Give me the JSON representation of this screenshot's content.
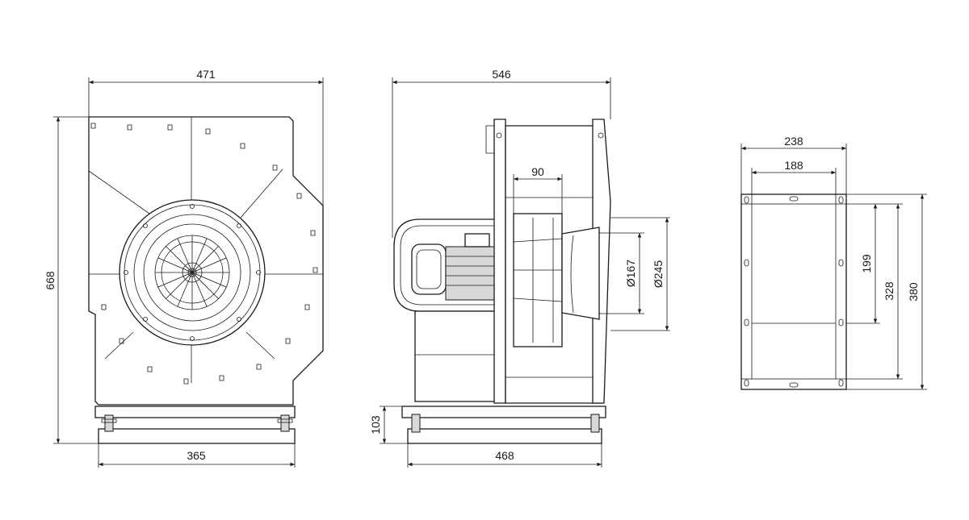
{
  "dimensions": {
    "front": {
      "width_top": "471",
      "height": "668",
      "width_bottom": "365"
    },
    "side": {
      "width_top": "546",
      "inner": "90",
      "dia_inner": "Ø167",
      "dia_outer": "Ø245",
      "base_height": "103",
      "width_bottom": "468"
    },
    "flange": {
      "outer_width": "238",
      "inner_width": "188",
      "h1": "199",
      "h2": "328",
      "h3": "380"
    }
  }
}
